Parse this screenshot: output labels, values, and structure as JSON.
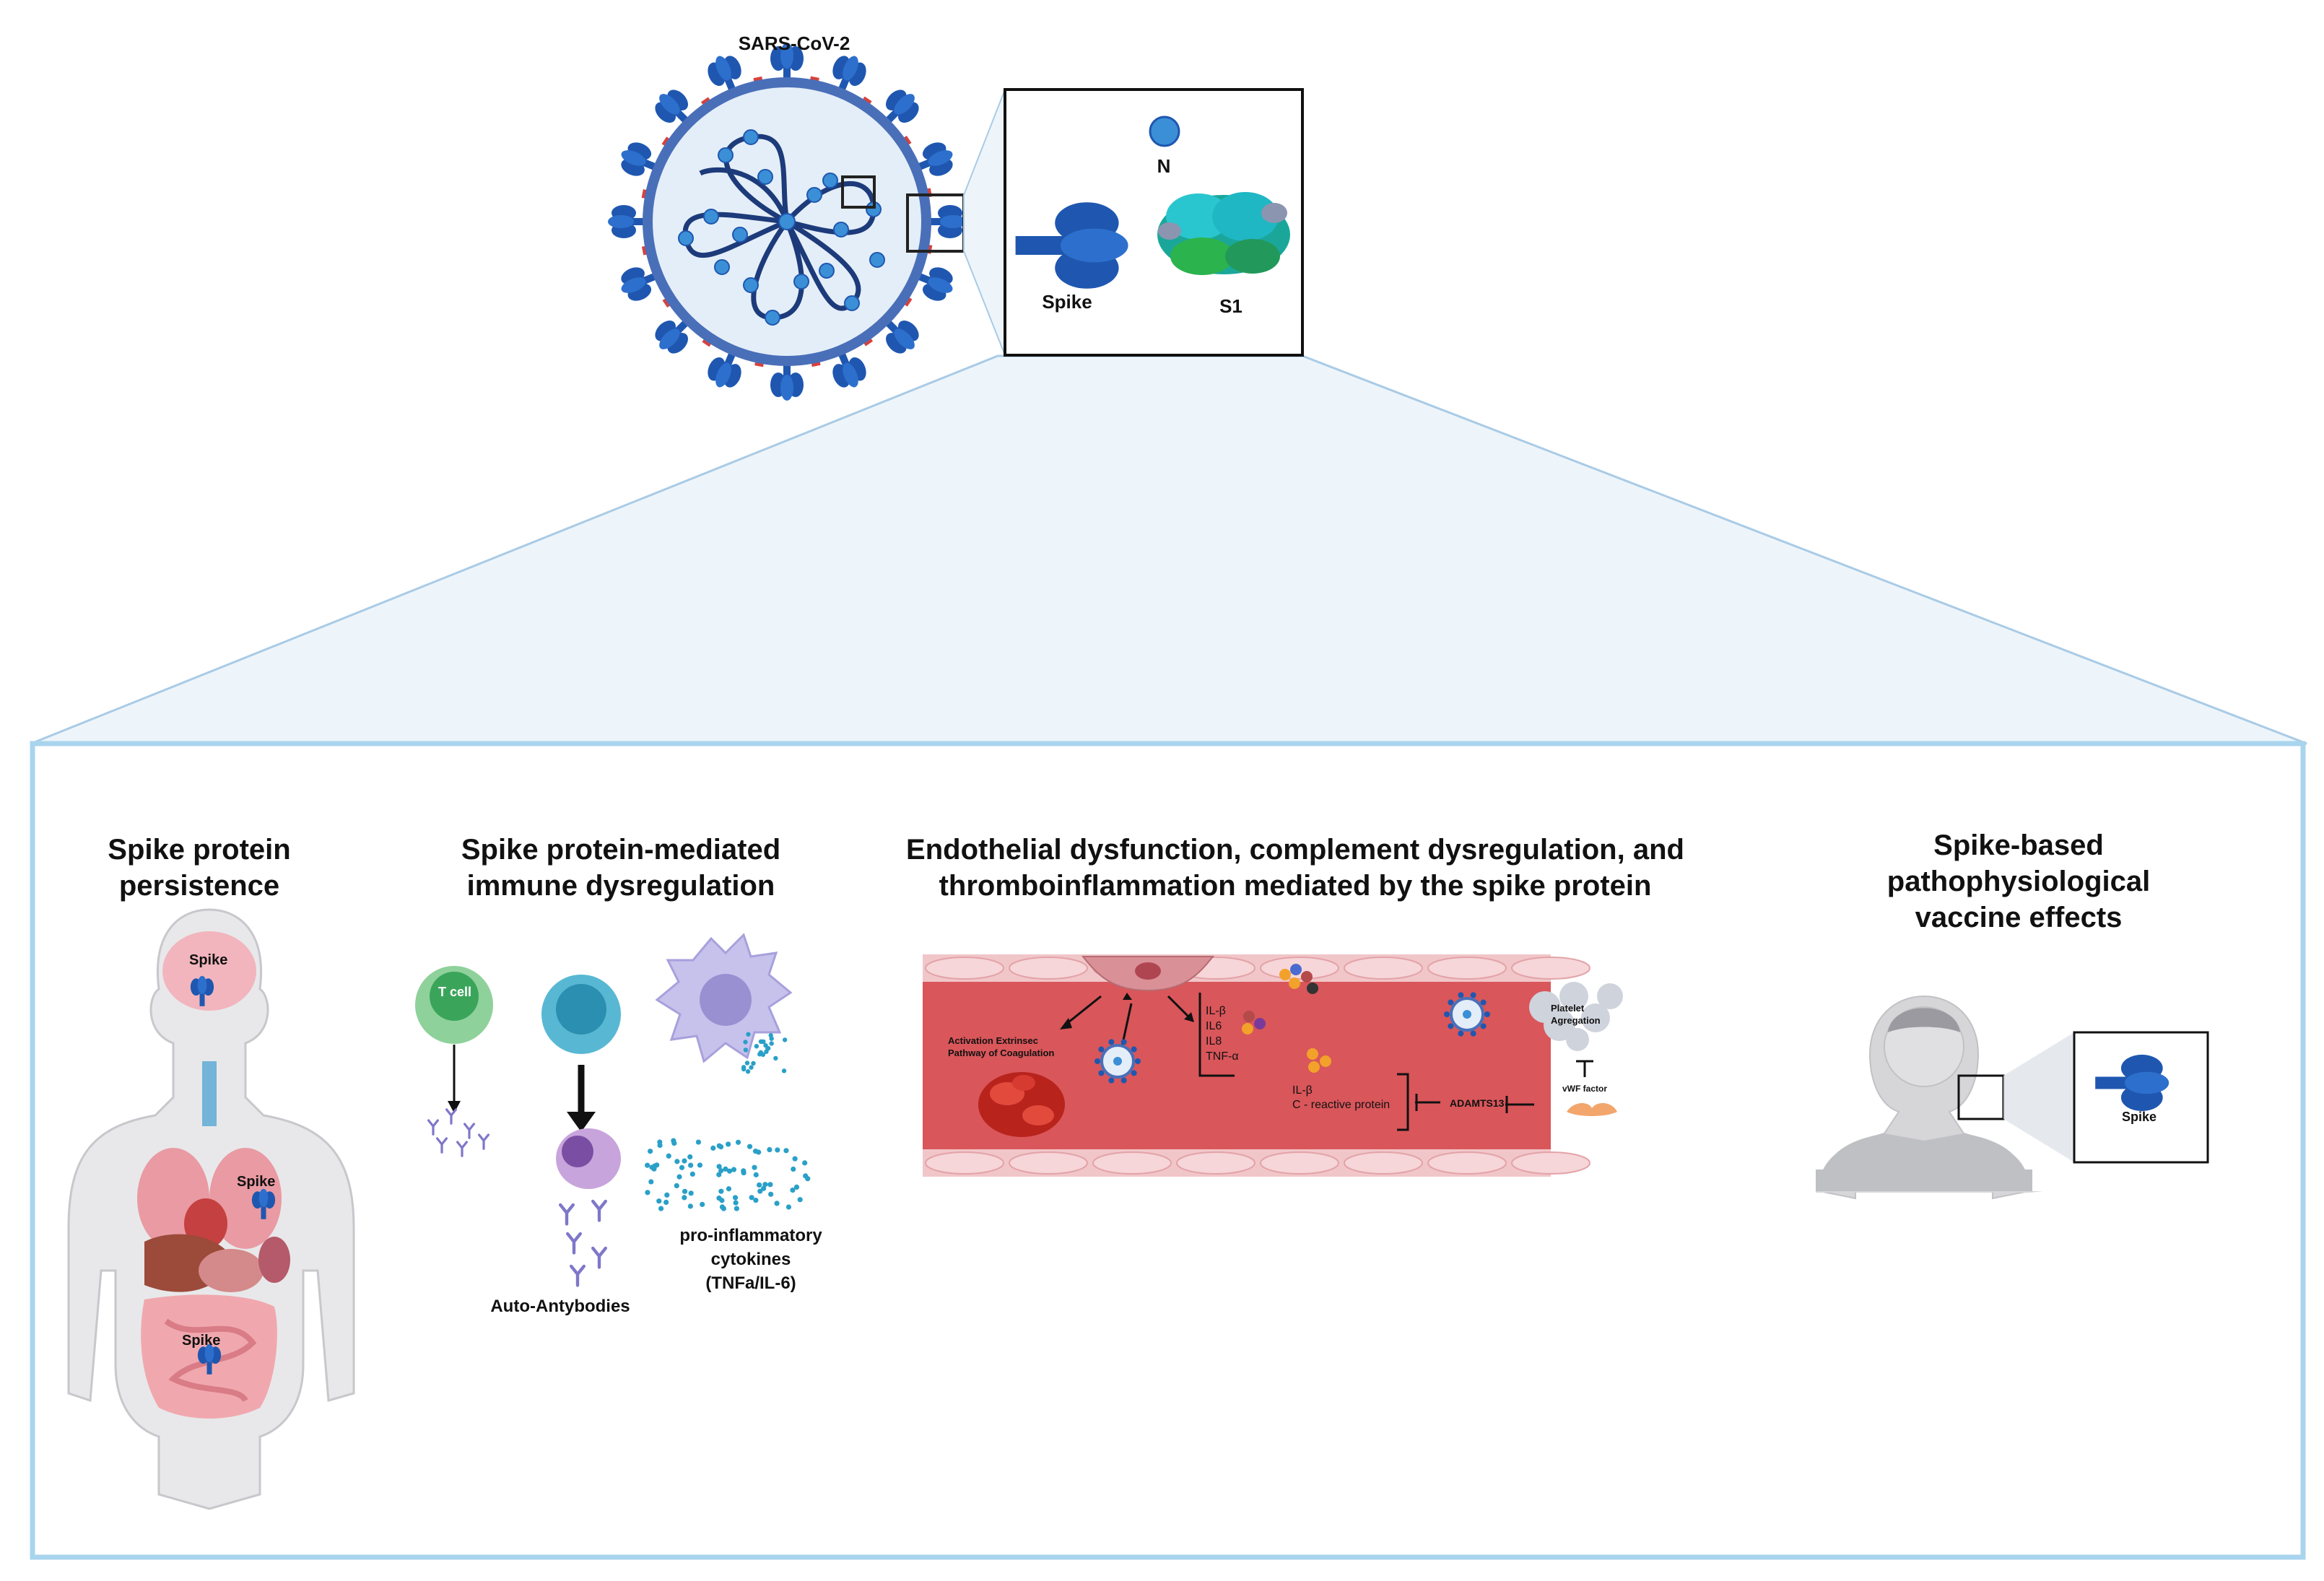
{
  "virus": {
    "label": "SARS-CoV-2",
    "inset": {
      "n_label": "N",
      "spike_label": "Spike",
      "s1_label": "S1"
    }
  },
  "panels": {
    "persistence": {
      "title_lines": [
        "Spike protein",
        "persistence"
      ],
      "organ_labels": [
        "Spike",
        "Spike",
        "Spike"
      ]
    },
    "immune": {
      "title_lines": [
        "Spike protein-mediated",
        "immune dysregulation"
      ],
      "t_cell_label": "T cell",
      "auto_antibodies_label": "Auto-Antybodies",
      "cytokine_label_lines": [
        "pro-inflammatory",
        "cytokines",
        "(TNFa/IL-6)"
      ]
    },
    "endothelial": {
      "title_lines": [
        "Endothelial dysfunction, complement dysregulation, and",
        "thromboinflammation mediated  by the spike protein"
      ],
      "coagulation_label_lines": [
        "Activation Extrinsec",
        "Pathway of Coagulation"
      ],
      "interleukins": [
        "IL-β",
        "IL6",
        "IL8",
        "TNF-α"
      ],
      "markers": [
        "IL-β",
        "C - reactive protein"
      ],
      "adamts_label": "ADAMTS13",
      "platelet_label_lines": [
        "Platelet",
        "Agregation"
      ],
      "vwf_label": "vWF factor"
    },
    "vaccine": {
      "title_lines": [
        "Spike-based",
        "pathophysiological",
        "vaccine effects"
      ],
      "spike_label": "Spike"
    }
  },
  "colors": {
    "virus_blue": "#1f57b0",
    "light_blue": "#3b8fd6",
    "frame_blue": "#a9d4ee",
    "vessel_red": "#d9565a",
    "spike_navy": "#1b3f9c"
  }
}
